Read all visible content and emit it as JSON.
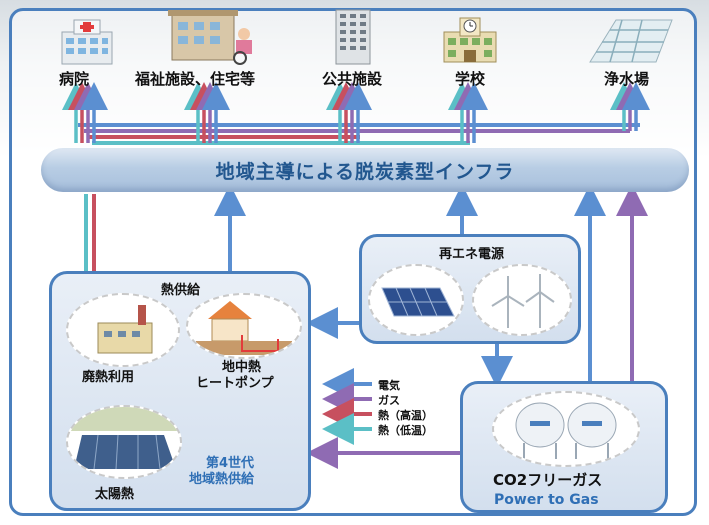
{
  "facilities": [
    {
      "name": "hospital",
      "label": "病院"
    },
    {
      "name": "welfare",
      "label": "福祉施設、住宅等"
    },
    {
      "name": "public",
      "label": "公共施設"
    },
    {
      "name": "school",
      "label": "学校"
    },
    {
      "name": "water",
      "label": "浄水場"
    }
  ],
  "infrastructure": {
    "label": "地域主導による脱炭素型インフラ"
  },
  "heat_supply": {
    "title": "熱供給",
    "waste_heat": "廃熱利用",
    "geothermal_line1": "地中熱",
    "geothermal_line2": "ヒートポンプ",
    "solar_heat": "太陽熱",
    "generation_line1": "第4世代",
    "generation_line2": "地域熱供給"
  },
  "renewable": {
    "title": "再エネ電源"
  },
  "gas": {
    "label": "CO2フリーガス",
    "sublabel": "Power to Gas"
  },
  "legend": [
    {
      "label": "電気",
      "color": "#5b8fd1"
    },
    {
      "label": "ガス",
      "color": "#8f6bb3"
    },
    {
      "label": "熱（高温）",
      "color": "#c7505f"
    },
    {
      "label": "熱（低温）",
      "color": "#5bbfc6"
    }
  ]
}
